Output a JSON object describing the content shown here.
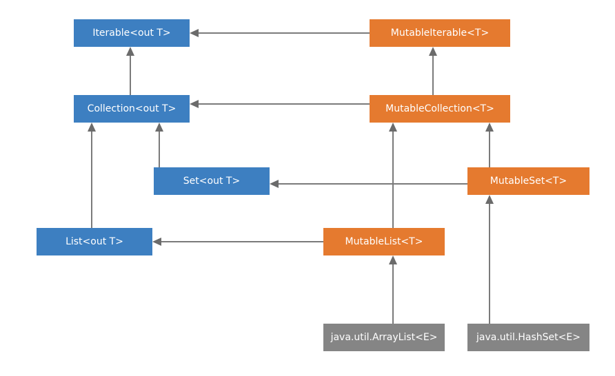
{
  "colors": {
    "kotlin_interface": "#3d7fc1",
    "mutable_interface": "#e57a2f",
    "java_class": "#858585",
    "arrow": "#7a7a7a"
  },
  "nodes": {
    "iterable": "Iterable<out T>",
    "collection": "Collection<out T>",
    "set": "Set<out T>",
    "list": "List<out T>",
    "mutable_iterable": "MutableIterable<T>",
    "mutable_collection": "MutableCollection<T>",
    "mutable_set": "MutableSet<T>",
    "mutable_list": "MutableList<T>",
    "array_list": "java.util.ArrayList<E>",
    "hash_set": "java.util.HashSet<E>"
  },
  "edges": [
    {
      "from": "mutable_iterable",
      "to": "iterable"
    },
    {
      "from": "collection",
      "to": "iterable"
    },
    {
      "from": "mutable_collection",
      "to": "collection"
    },
    {
      "from": "mutable_collection",
      "to": "mutable_iterable"
    },
    {
      "from": "set",
      "to": "collection"
    },
    {
      "from": "list",
      "to": "collection"
    },
    {
      "from": "mutable_set",
      "to": "set"
    },
    {
      "from": "mutable_set",
      "to": "mutable_collection"
    },
    {
      "from": "mutable_list",
      "to": "mutable_collection"
    },
    {
      "from": "mutable_list",
      "to": "list"
    },
    {
      "from": "array_list",
      "to": "mutable_list"
    },
    {
      "from": "hash_set",
      "to": "mutable_set"
    }
  ]
}
